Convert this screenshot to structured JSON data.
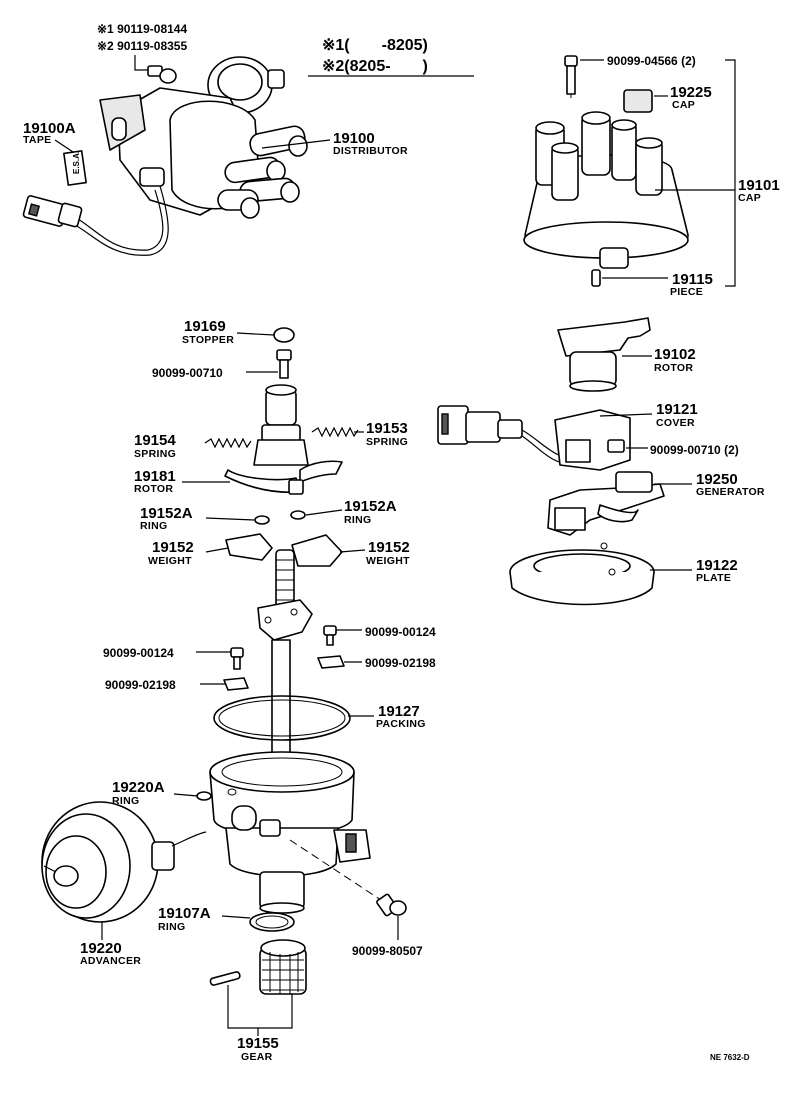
{
  "notes": {
    "n1_pn": "※1 90119-08144",
    "n2_pn": "※2 90119-08355",
    "range1": "※1(　　-8205)",
    "range2": "※2(8205-　　)"
  },
  "parts": {
    "p19100A": {
      "number": "19100A",
      "name": "TAPE"
    },
    "p19100": {
      "number": "19100",
      "name": "DISTRIBUTOR"
    },
    "p90099_04566": {
      "number": "90099-04566 (2)"
    },
    "p19225": {
      "number": "19225",
      "name": "CAP"
    },
    "p19101": {
      "number": "19101",
      "name": "CAP"
    },
    "p19115": {
      "number": "19115",
      "name": "PIECE"
    },
    "p19169": {
      "number": "19169",
      "name": "STOPPER"
    },
    "p90099_00710": {
      "number": "90099-00710"
    },
    "p19102": {
      "number": "19102",
      "name": "ROTOR"
    },
    "p19153": {
      "number": "19153",
      "name": "SPRING"
    },
    "p19154": {
      "number": "19154",
      "name": "SPRING"
    },
    "p19121": {
      "number": "19121",
      "name": "COVER"
    },
    "p90099_00710_2": {
      "number": "90099-00710 (2)"
    },
    "p19181": {
      "number": "19181",
      "name": "ROTOR"
    },
    "p19250": {
      "number": "19250",
      "name": "GENERATOR"
    },
    "p19152A_l": {
      "number": "19152A",
      "name": "RING"
    },
    "p19152A_r": {
      "number": "19152A",
      "name": "RING"
    },
    "p19152_l": {
      "number": "19152",
      "name": "WEIGHT"
    },
    "p19152_r": {
      "number": "19152",
      "name": "WEIGHT"
    },
    "p19122": {
      "number": "19122",
      "name": "PLATE"
    },
    "p90099_00124_r": {
      "number": "90099-00124"
    },
    "p90099_00124_l": {
      "number": "90099-00124"
    },
    "p90099_02198_r": {
      "number": "90099-02198"
    },
    "p90099_02198_l": {
      "number": "90099-02198"
    },
    "p19127": {
      "number": "19127",
      "name": "PACKING"
    },
    "p19220A": {
      "number": "19220A",
      "name": "RING"
    },
    "p19107A": {
      "number": "19107A",
      "name": "RING"
    },
    "p19220": {
      "number": "19220",
      "name": "ADVANCER"
    },
    "p90099_80507": {
      "number": "90099-80507"
    },
    "p19155": {
      "number": "19155",
      "name": "GEAR"
    }
  },
  "ref_code": "NE 7632-D",
  "tape_label": "E.S.A."
}
